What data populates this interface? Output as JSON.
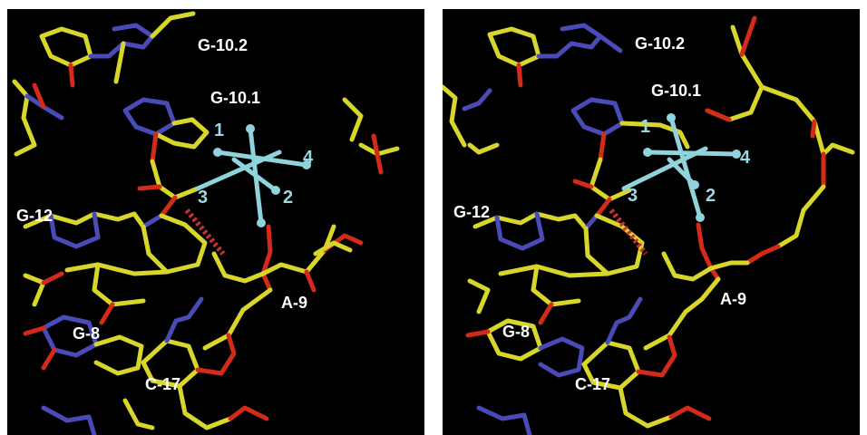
{
  "palette": {
    "background": "#000000",
    "carbon_yellow": "#d8d62a",
    "nitrogen_blue": "#4a4ab8",
    "oxygen_red": "#d42a1a",
    "metal_cyan": "#8fd3dc",
    "hbond_red": "#c83232",
    "label_white": "#ffffff",
    "label_cyan": "#9ad7de"
  },
  "views": [
    {
      "residue_labels": [
        "G-10.2",
        "G-10.1",
        "G-12",
        "A-9",
        "G-8",
        "C-17"
      ],
      "coordination_labels": [
        "1",
        "2",
        "3",
        "4"
      ]
    },
    {
      "residue_labels": [
        "G-10.2",
        "G-10.1",
        "G-12",
        "A-9",
        "G-8",
        "C-17"
      ],
      "coordination_labels": [
        "1",
        "2",
        "3",
        "4"
      ]
    }
  ]
}
